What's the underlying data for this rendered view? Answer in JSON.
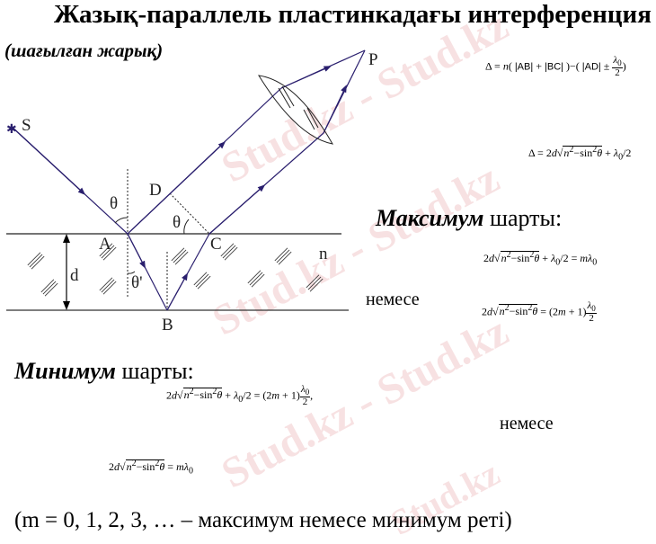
{
  "slide": {
    "title": "Жазық-параллель пластинкадағы интерференция",
    "subtitle": "(шағылған жарық)",
    "diagram": {
      "labels": {
        "S": "S",
        "P": "P",
        "D": "D",
        "A": "A",
        "B": "B",
        "C": "C",
        "d": "d",
        "n": "n",
        "theta": "θ",
        "theta2": "θ",
        "theta_prime": "θ'"
      },
      "ray_color": "#2a1f6e"
    },
    "formulas": {
      "path_difference": "Δ = n( |AB| + |BC| )−( |AD| ± λ0/2)",
      "path_difference_final": "Δ = 2d√(n²−sin²θ) + λ0/2",
      "max_1": "2d√(n²−sin²θ) + λ0/2 = mλ0",
      "max_2": "2d√(n²−sin²θ) = (2m + 1) λ0/2",
      "min_1": "2d√(n²−sin²θ) + λ0/2 = (2m + 1) λ0/2,",
      "min_2": "2d√(n²−sin²θ) = mλ0"
    },
    "maximum": {
      "bold": "Максимум",
      "rest": " шарты:"
    },
    "minimum": {
      "bold": "Минимум",
      "rest": " шарты:"
    },
    "or_text_1": "немесе",
    "or_text_2": "немесе",
    "footer": "(m = 0, 1, 2, 3, … – максимум немесе минимум реті)",
    "watermark": "Stud.kz - Stud.kz"
  }
}
